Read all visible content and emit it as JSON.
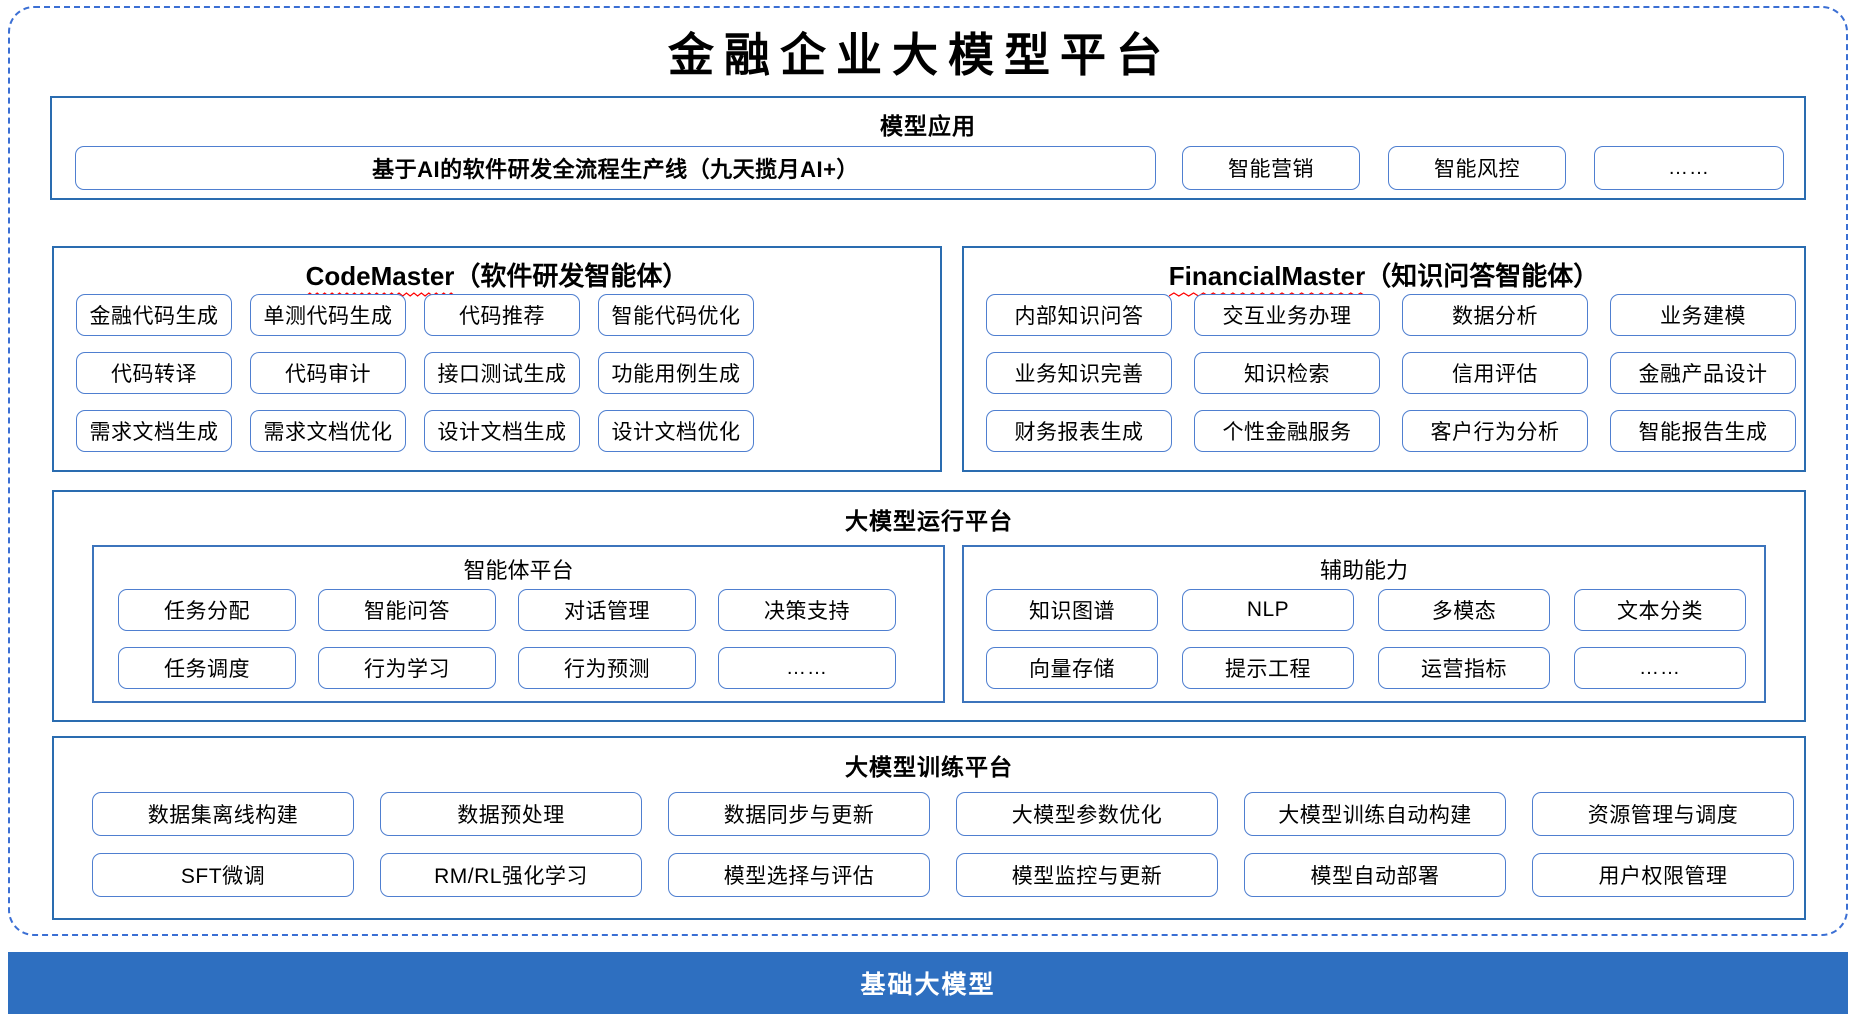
{
  "page": {
    "title": "金融企业大模型平台",
    "accent_blue": "#2e6fc0",
    "box_border_blue": "#4f7fd0",
    "frame_dash_blue": "#3b6fd4",
    "spell_error_color": "#ff0000"
  },
  "model_application": {
    "title": "模型应用",
    "primary_item": "基于AI的软件研发全流程生产线（九天揽月AI+）",
    "items": [
      "智能营销",
      "智能风控",
      "……"
    ]
  },
  "agents": {
    "code_master": {
      "name": "CodeMaster",
      "subtitle": "（软件研发智能体）",
      "spell_underline": true,
      "items": [
        "金融代码生成",
        "单测代码生成",
        "代码推荐",
        "智能代码优化",
        "代码转译",
        "代码审计",
        "接口测试生成",
        "功能用例生成",
        "需求文档生成",
        "需求文档优化",
        "设计文档生成",
        "设计文档优化"
      ]
    },
    "financial_master": {
      "name": "FinancialMaster",
      "subtitle": "（知识问答智能体）",
      "spell_underline": true,
      "items": [
        "内部知识问答",
        "交互业务办理",
        "数据分析",
        "业务建模",
        "业务知识完善",
        "知识检索",
        "信用评估",
        "金融产品设计",
        "财务报表生成",
        "个性金融服务",
        "客户行为分析",
        "智能报告生成"
      ]
    }
  },
  "runtime_platform": {
    "title": "大模型运行平台",
    "agent_platform": {
      "title": "智能体平台",
      "items": [
        "任务分配",
        "智能问答",
        "对话管理",
        "决策支持",
        "任务调度",
        "行为学习",
        "行为预测",
        "……"
      ]
    },
    "auxiliary_capability": {
      "title": "辅助能力",
      "items": [
        "知识图谱",
        "NLP",
        "多模态",
        "文本分类",
        "向量存储",
        "提示工程",
        "运营指标",
        "……"
      ]
    }
  },
  "training_platform": {
    "title": "大模型训练平台",
    "items": [
      "数据集离线构建",
      "数据预处理",
      "数据同步与更新",
      "大模型参数优化",
      "大模型训练自动构建",
      "资源管理与调度",
      "SFT微调",
      "RM/RL强化学习",
      "模型选择与评估",
      "模型监控与更新",
      "模型自动部署",
      "用户权限管理"
    ]
  },
  "foundation": {
    "label": "基础大模型"
  }
}
